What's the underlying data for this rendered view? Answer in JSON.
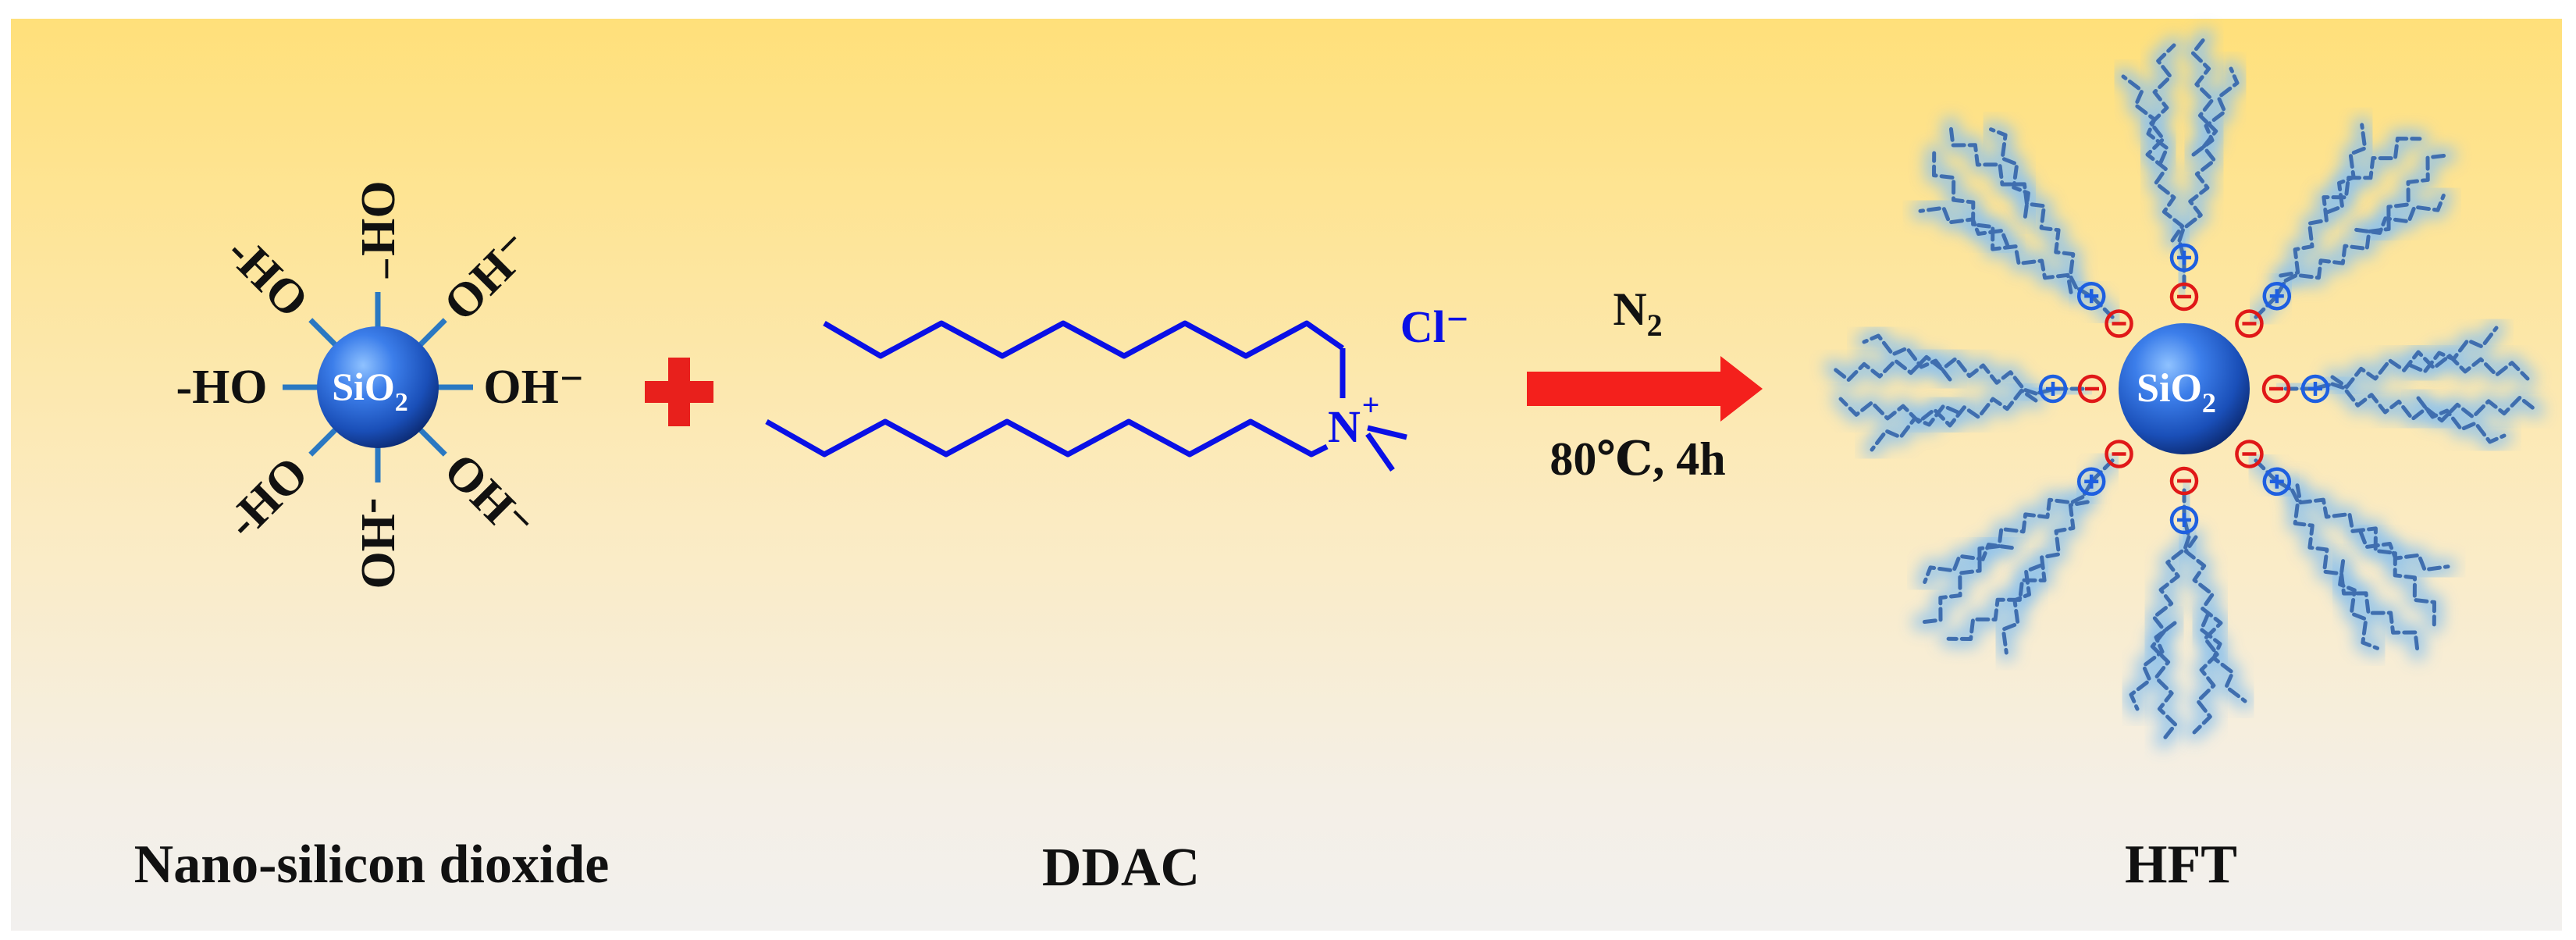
{
  "reactant_silica": {
    "core_label": "SiO",
    "core_subscript": "2",
    "hydroxyl_groups": [
      "-HO",
      "OH⁻",
      "-HO",
      "OH⁻",
      "-HO",
      "OH⁻",
      "-HO",
      "OH⁻"
    ],
    "caption": "Nano-silicon dioxide"
  },
  "plus_sign": "+",
  "reactant_ddac": {
    "counter_ion": "Cl⁻",
    "nitrogen_label": "N",
    "nitrogen_charge": "+",
    "caption": "DDAC"
  },
  "reaction_conditions": {
    "atmosphere": "N",
    "atmosphere_subscript": "2",
    "temperature_time": "80℃, 4h"
  },
  "product": {
    "core_label": "SiO",
    "core_subscript": "2",
    "positive_charge": "+",
    "negative_charge": "−",
    "caption": "HFT"
  },
  "colors": {
    "background_top": "#FFE17A",
    "background_bottom": "#F3F1EE",
    "sphere_blue": "#1F5FD0",
    "bond_blue": "#2A78C2",
    "ddac_blue": "#0A10E6",
    "arrow_red": "#F4201C",
    "plus_red": "#E8201C",
    "text_dark": "#111111",
    "chain_blue": "#3F6EAF",
    "chain_glow": "#8EC2EC",
    "pos_charge": "#1E5FE0",
    "neg_charge": "#E01818"
  }
}
